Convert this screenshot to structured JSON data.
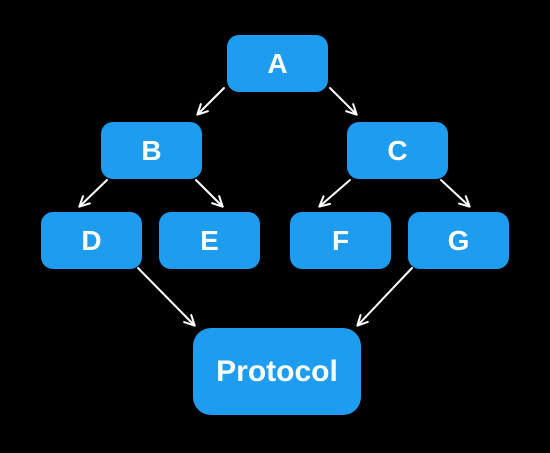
{
  "diagram": {
    "colors": {
      "background": "#000000",
      "node_fill": "#1E9DF0",
      "node_text": "#FFFFFF",
      "edge": "#FFFFFF"
    },
    "nodes": {
      "a": {
        "label": "A"
      },
      "b": {
        "label": "B"
      },
      "c": {
        "label": "C"
      },
      "d": {
        "label": "D"
      },
      "e": {
        "label": "E"
      },
      "f": {
        "label": "F"
      },
      "g": {
        "label": "G"
      },
      "protocol": {
        "label": "Protocol"
      }
    },
    "edges": [
      {
        "from": "a",
        "to": "b"
      },
      {
        "from": "a",
        "to": "c"
      },
      {
        "from": "b",
        "to": "d"
      },
      {
        "from": "b",
        "to": "e"
      },
      {
        "from": "c",
        "to": "f"
      },
      {
        "from": "c",
        "to": "g"
      },
      {
        "from": "d",
        "to": "protocol"
      },
      {
        "from": "g",
        "to": "protocol"
      }
    ]
  }
}
